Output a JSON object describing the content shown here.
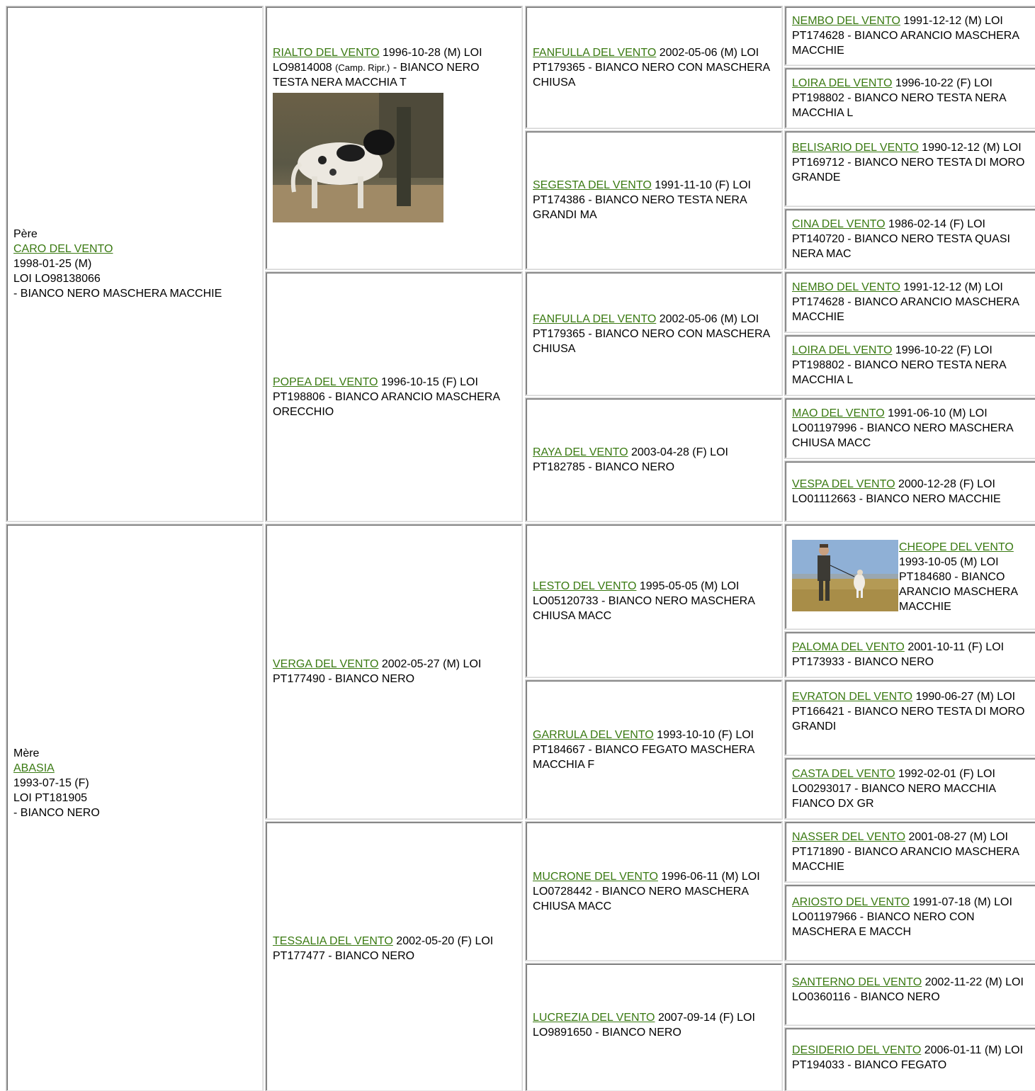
{
  "sire": {
    "role": "Père",
    "name": "CARO DEL VENTO",
    "date": "1998-01-25 (M)",
    "reg": "LOI LO98138066",
    "desc": "- BIANCO NERO MASCHERA MACCHIE"
  },
  "dam": {
    "role": "Mère",
    "name": "ABASIA",
    "date": "1993-07-15 (F)",
    "reg": "LOI PT181905",
    "desc": "- BIANCO NERO"
  },
  "gen2": [
    {
      "name": "RIALTO DEL VENTO",
      "pre": " 1996-10-28 (M) LOI LO9814008 ",
      "small": "(Camp. Ripr.)",
      "post": " - BIANCO NERO TESTA NERA MACCHIA T"
    },
    {
      "name": "POPEA DEL VENTO",
      "info": " 1996-10-15 (F) LOI PT198806 - BIANCO ARANCIO MASCHERA ORECCHIO"
    },
    {
      "name": "VERGA DEL VENTO",
      "info": " 2002-05-27 (M) LOI PT177490 - BIANCO NERO"
    },
    {
      "name": "TESSALIA DEL VENTO",
      "info": " 2002-05-20 (F) LOI PT177477 - BIANCO NERO"
    }
  ],
  "gen3": [
    {
      "name": "FANFULLA DEL VENTO",
      "info": " 2002-05-06 (M) LOI PT179365 - BIANCO NERO CON MASCHERA CHIUSA"
    },
    {
      "name": "SEGESTA DEL VENTO",
      "info": " 1991-11-10 (F) LOI PT174386 - BIANCO NERO TESTA NERA GRANDI MA"
    },
    {
      "name": "FANFULLA DEL VENTO",
      "info": " 2002-05-06 (M) LOI PT179365 - BIANCO NERO CON MASCHERA CHIUSA"
    },
    {
      "name": "RAYA DEL VENTO",
      "info": " 2003-04-28 (F) LOI PT182785 - BIANCO NERO"
    },
    {
      "name": "LESTO DEL VENTO",
      "info": " 1995-05-05 (M) LOI LO05120733 - BIANCO NERO MASCHERA CHIUSA MACC"
    },
    {
      "name": "GARRULA DEL VENTO",
      "info": " 1993-10-10 (F) LOI PT184667 - BIANCO FEGATO MASCHERA MACCHIA F"
    },
    {
      "name": "MUCRONE DEL VENTO",
      "info": " 1996-06-11 (M) LOI LO0728442 - BIANCO NERO MASCHERA CHIUSA MACC"
    },
    {
      "name": "LUCREZIA DEL VENTO",
      "info": " 2007-09-14 (F) LOI LO9891650 - BIANCO NERO"
    }
  ],
  "gen4": [
    {
      "name": "NEMBO DEL VENTO",
      "info": " 1991-12-12 (M) LOI PT174628 - BIANCO ARANCIO MASCHERA MACCHIE"
    },
    {
      "name": "LOIRA DEL VENTO",
      "info": " 1996-10-22 (F) LOI PT198802 - BIANCO NERO TESTA NERA MACCHIA L"
    },
    {
      "name": "BELISARIO DEL VENTO",
      "info": " 1990-12-12 (M) LOI PT169712 - BIANCO NERO TESTA DI MORO GRANDE"
    },
    {
      "name": "CINA DEL VENTO",
      "info": " 1986-02-14 (F) LOI PT140720 - BIANCO NERO TESTA QUASI NERA MAC"
    },
    {
      "name": "NEMBO DEL VENTO",
      "info": " 1991-12-12 (M) LOI PT174628 - BIANCO ARANCIO MASCHERA MACCHIE"
    },
    {
      "name": "LOIRA DEL VENTO",
      "info": " 1996-10-22 (F) LOI PT198802 - BIANCO NERO TESTA NERA MACCHIA L"
    },
    {
      "name": "MAO DEL VENTO",
      "info": " 1991-06-10 (M) LOI LO01197996 - BIANCO NERO MASCHERA CHIUSA MACC"
    },
    {
      "name": "VESPA DEL VENTO",
      "info": " 2000-12-28 (F) LOI LO01112663 - BIANCO NERO MACCHIE"
    },
    {
      "name": "CHEOPE DEL VENTO",
      "info": " 1993-10-05 (M) LOI PT184680 - BIANCO ARANCIO MASCHERA MACCHIE"
    },
    {
      "name": "PALOMA DEL VENTO",
      "info": " 2001-10-11 (F) LOI PT173933 - BIANCO NERO"
    },
    {
      "name": "EVRATON DEL VENTO",
      "info": " 1990-06-27 (M) LOI PT166421 - BIANCO NERO TESTA DI MORO GRANDI"
    },
    {
      "name": "CASTA DEL VENTO",
      "info": " 1992-02-01 (F) LOI LO0293017 - BIANCO NERO MACCHIA FIANCO DX GR"
    },
    {
      "name": "NASSER DEL VENTO",
      "info": " 2001-08-27 (M) LOI PT171890 - BIANCO ARANCIO MASCHERA MACCHIE"
    },
    {
      "name": "ARIOSTO DEL VENTO",
      "info": " 1991-07-18 (M) LOI LO01197966 - BIANCO NERO CON MASCHERA E MACCH"
    },
    {
      "name": "SANTERNO DEL VENTO",
      "info": " 2002-11-22 (M) LOI LO0360116 - BIANCO NERO"
    },
    {
      "name": "DESIDERIO DEL VENTO",
      "info": " 2006-01-11 (M) LOI PT194033 - BIANCO FEGATO"
    }
  ]
}
